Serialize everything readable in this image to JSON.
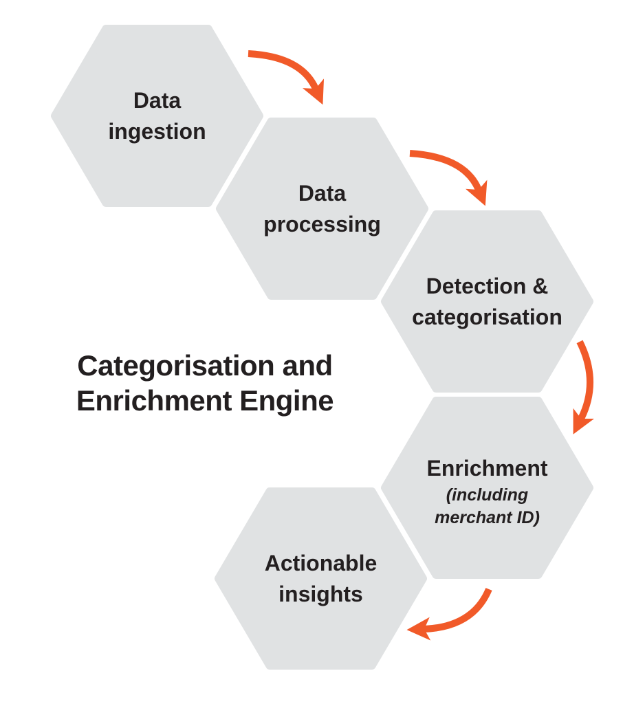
{
  "diagram": {
    "title": {
      "line1": "Categorisation and",
      "line2": "Enrichment Engine"
    },
    "steps": [
      {
        "id": "data-ingestion",
        "line1": "Data",
        "line2": "ingestion"
      },
      {
        "id": "data-processing",
        "line1": "Data",
        "line2": "processing"
      },
      {
        "id": "detection-categorisation",
        "line1": "Detection &",
        "line2": "categorisation"
      },
      {
        "id": "enrichment",
        "line1": "Enrichment",
        "sub1": "(including",
        "sub2": "merchant ID)"
      },
      {
        "id": "actionable-insights",
        "line1": "Actionable",
        "line2": "insights"
      }
    ],
    "arrows": [
      {
        "from": "Data ingestion",
        "to": "Data processing"
      },
      {
        "from": "Data processing",
        "to": "Detection & categorisation"
      },
      {
        "from": "Detection & categorisation",
        "to": "Enrichment (including merchant ID)"
      },
      {
        "from": "Enrichment (including merchant ID)",
        "to": "Actionable insights"
      }
    ],
    "colors": {
      "hexagon_fill": "#e0e2e3",
      "arrow": "#f15a29",
      "text": "#231f20",
      "background": "#ffffff"
    }
  }
}
